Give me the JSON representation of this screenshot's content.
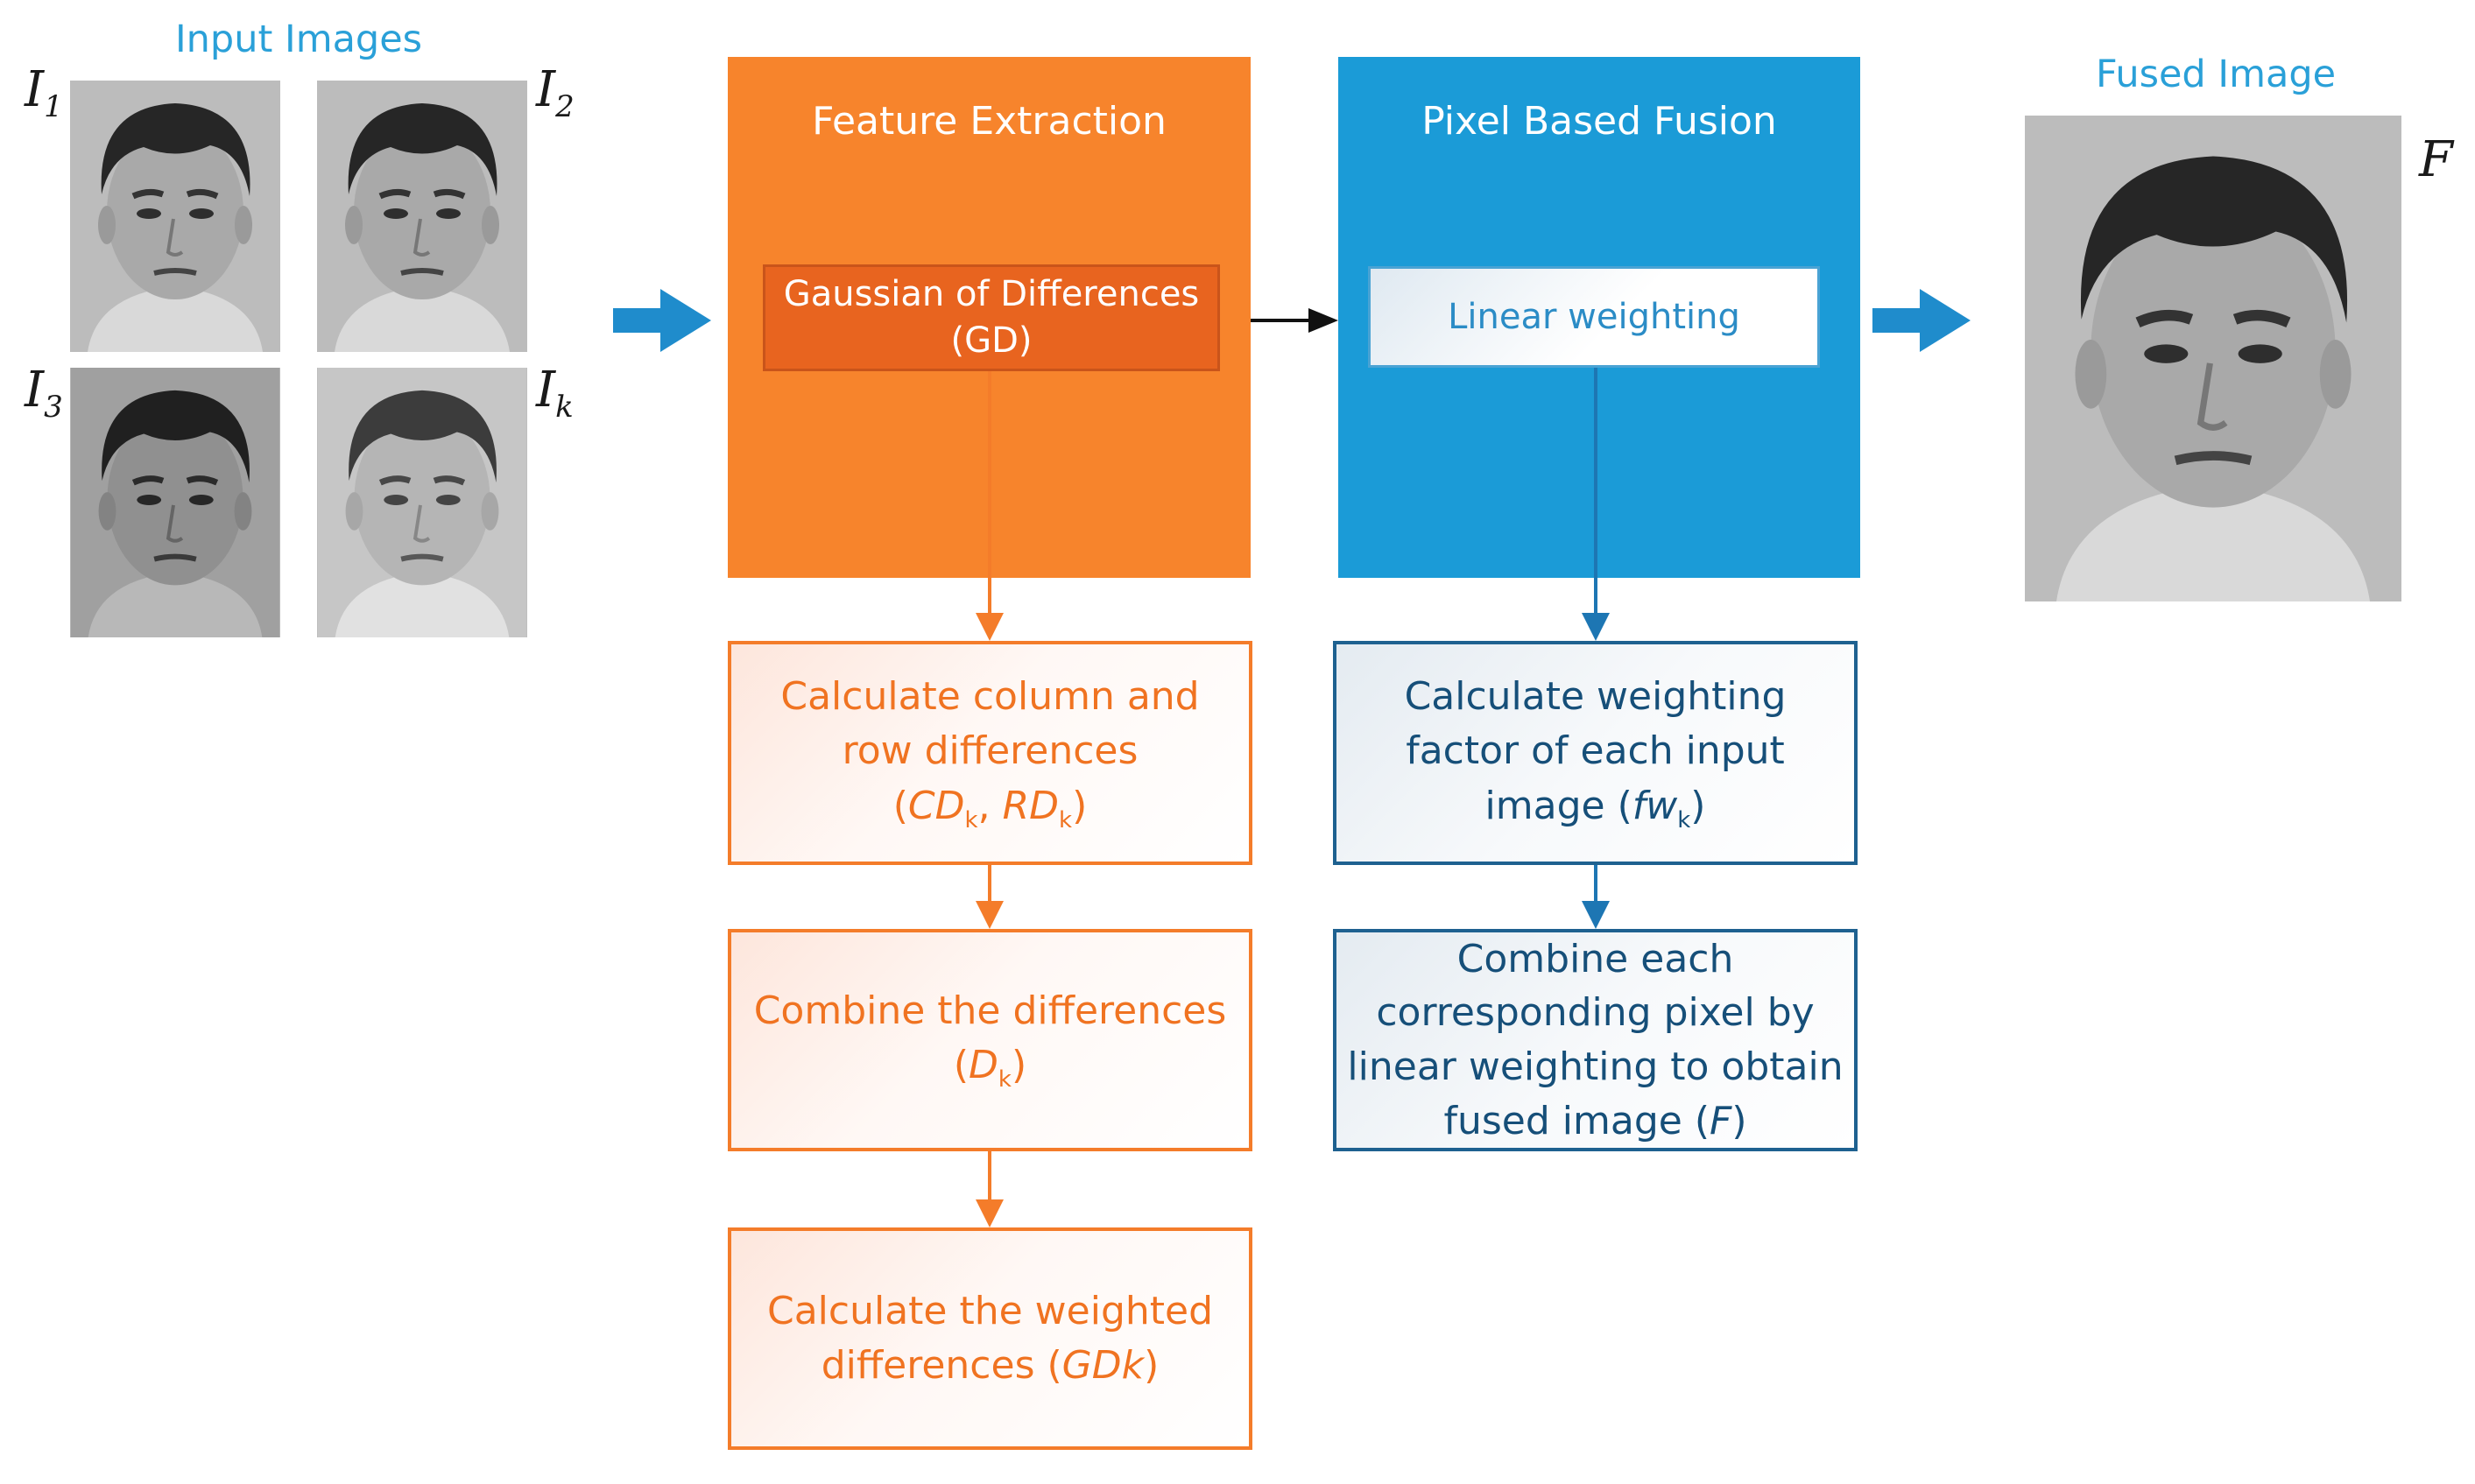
{
  "input_section": {
    "title": "Input Images"
  },
  "input_labels": [
    {
      "letter": "I",
      "sub": "1"
    },
    {
      "letter": "I",
      "sub": "2"
    },
    {
      "letter": "I",
      "sub": "3"
    },
    {
      "letter": "I",
      "sub": "k"
    }
  ],
  "feature_extraction": {
    "title": "Feature Extraction",
    "inner_line1": "Gaussian of Differences",
    "inner_line2": "(GD)",
    "color": "#f7842c"
  },
  "pixel_fusion": {
    "title": "Pixel Based Fusion",
    "inner": "Linear weighting",
    "color": "#1b9bd7"
  },
  "fused_section": {
    "title": "Fused Image",
    "label": "F"
  },
  "orange_steps": [
    {
      "line1": "Calculate column and",
      "line2": "row differences",
      "sym1": "CD",
      "sub1": "k",
      "sep": ", ",
      "sym2": "RD",
      "sub2": "k"
    },
    {
      "line1": "Combine the differences",
      "sym1": "D",
      "sub1": "k"
    },
    {
      "line1": "Calculate the weighted",
      "line2_prefix": "differences (",
      "sym": "GDk",
      "line2_suffix": ")"
    }
  ],
  "blue_steps": [
    {
      "line1": "Calculate weighting",
      "line2": "factor of each input",
      "line3_prefix": "image (",
      "sym": "fw",
      "sub": "k",
      "line3_suffix": ")"
    },
    {
      "line1": "Combine each",
      "line2": "corresponding pixel by",
      "line3": "linear weighting to obtain",
      "line4_prefix": "fused image (",
      "sym": "F",
      "line4_suffix": ")"
    }
  ],
  "colors": {
    "label_blue": "#2aa0d8",
    "arrow_blue": "#1f8ccc",
    "orange_line": "#f47c2a",
    "blue_line": "#1d76b3"
  }
}
